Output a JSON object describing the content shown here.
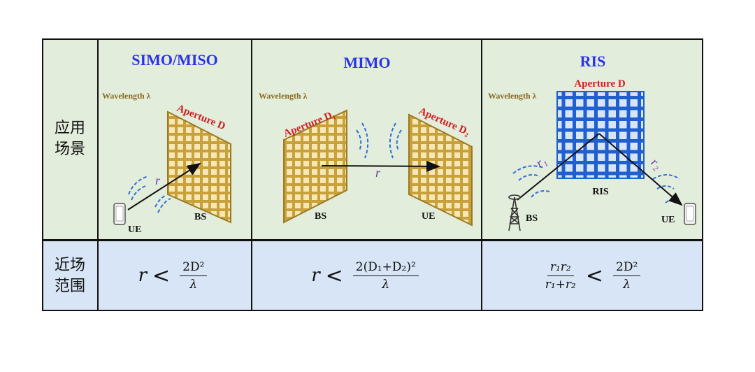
{
  "row_labels": {
    "scenario": [
      "应用",
      "场景"
    ],
    "near_field": [
      "近场",
      "范围"
    ]
  },
  "columns": [
    {
      "title": "SIMO/MISO",
      "wavelength": "Wavelength λ",
      "aperture": "Aperture D",
      "r_label": "r",
      "ue": "UE",
      "bs": "BS",
      "formula": {
        "lhs": "r",
        "rel": "<",
        "num": "2D²",
        "den": "λ"
      }
    },
    {
      "title": "MIMO",
      "wavelength": "Wavelength λ",
      "aperture1": "Aperture D₁",
      "aperture2": "Aperture D₂",
      "r_label": "r",
      "bs": "BS",
      "ue": "UE",
      "formula": {
        "lhs": "r",
        "rel": "<",
        "num": "2(D₁+D₂)²",
        "den": "λ"
      }
    },
    {
      "title": "RIS",
      "wavelength": "Wavelength λ",
      "aperture": "Aperture D",
      "r1": "r₁",
      "r2": "r₂",
      "ris": "RIS",
      "bs": "BS",
      "ue": "UE",
      "formula": {
        "lnum": "r₁r₂",
        "lden": "r₁+r₂",
        "rel": "<",
        "num": "2D²",
        "den": "λ"
      }
    }
  ],
  "colors": {
    "header_bg": "#e3eddc",
    "formula_bg": "#d7e5f6",
    "title": "#2a33e8",
    "aperture": "#d11e1e",
    "wavelength": "#8a6a1a",
    "gold_panel": "#c9a13a",
    "ris_panel": "#1f5fcf",
    "wave": "#2f6fd6"
  }
}
